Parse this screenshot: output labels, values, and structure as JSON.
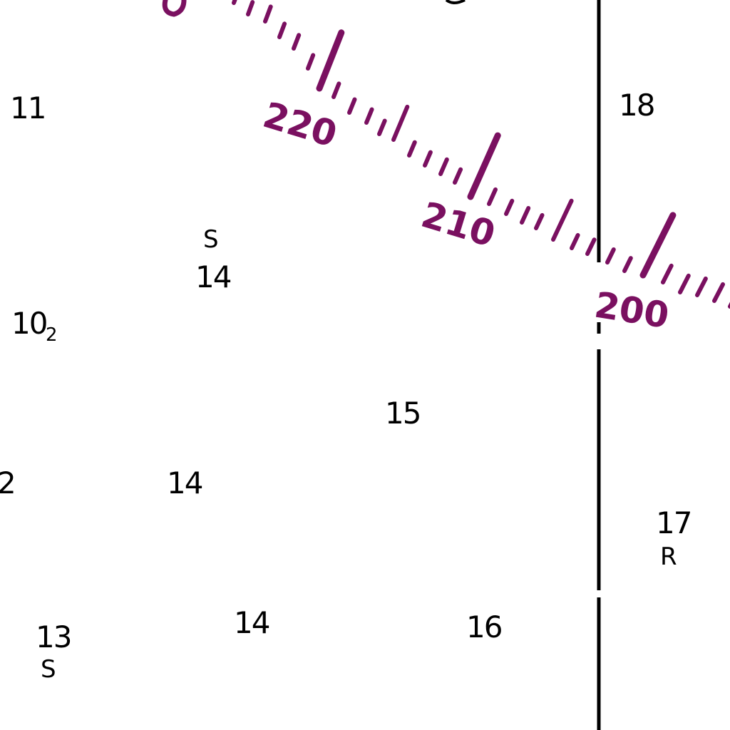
{
  "colors": {
    "background": "#ffffff",
    "ink": "#000000",
    "compass_rose": "#7a1060"
  },
  "compass_rose": {
    "tick_color": "#7a1060",
    "degree_labels": [
      "220",
      "210",
      "200"
    ]
  },
  "soundings": [
    {
      "depth": "11",
      "bottom": ""
    },
    {
      "depth": "18",
      "bottom": ""
    },
    {
      "depth": "14",
      "bottom": "S"
    },
    {
      "depth": "10",
      "sub": "2",
      "bottom": ""
    },
    {
      "depth": "15",
      "bottom": ""
    },
    {
      "depth": "2",
      "bottom": ""
    },
    {
      "depth": "14",
      "bottom": ""
    },
    {
      "depth": "17",
      "bottom": "R"
    },
    {
      "depth": "13",
      "bottom": "S"
    },
    {
      "depth": "14",
      "bottom": ""
    },
    {
      "depth": "16",
      "bottom": ""
    }
  ]
}
